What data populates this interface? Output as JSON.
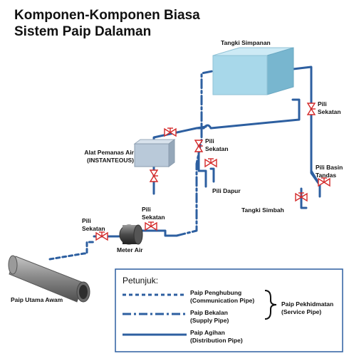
{
  "title": {
    "line1": "Komponen-Komponen Biasa",
    "line2": "Sistem Paip Dalaman"
  },
  "labels": {
    "tangki_simpanan": "Tangki Simpanan",
    "pili_sekatan_right": [
      "Pili",
      "Sekatan"
    ],
    "pili_sekatan_mid": [
      "Pili",
      "Sekatan"
    ],
    "alat_pemanas": [
      "Alat Pemanas Air",
      "(INSTANTEOUS)"
    ],
    "pili_dapur": "Pili Dapur",
    "pili_basin": [
      "Pili Basin",
      "Tandas"
    ],
    "tangki_simbah": "Tangki Simbah",
    "pili_sekatan_meter_left": [
      "Pili",
      "Sekatan"
    ],
    "pili_sekatan_meter_right": [
      "Pili",
      "Sekatan"
    ],
    "meter_air": "Meter Air",
    "paip_utama": "Paip Utama Awam"
  },
  "legend": {
    "title": "Petunjuk:",
    "items": [
      {
        "style": "dashed",
        "line1": "Paip Penghubung",
        "line2": "(Communication Pipe)"
      },
      {
        "style": "dashdot",
        "line1": "Paip Bekalan",
        "line2": "(Supply Pipe)"
      },
      {
        "style": "solid",
        "line1": "Paip Agihan",
        "line2": "(Distribution Pipe)"
      }
    ],
    "group_line1": "Paip Pekhidmatan",
    "group_line2": "(Service Pipe)"
  },
  "colors": {
    "pipe": "#2d5fa0",
    "valve": "#d42a2a",
    "tank_front": "#a8d8ea",
    "tank_top": "#cdeaf5",
    "tank_side": "#78b6cf",
    "heater": "#b9c9d9"
  }
}
